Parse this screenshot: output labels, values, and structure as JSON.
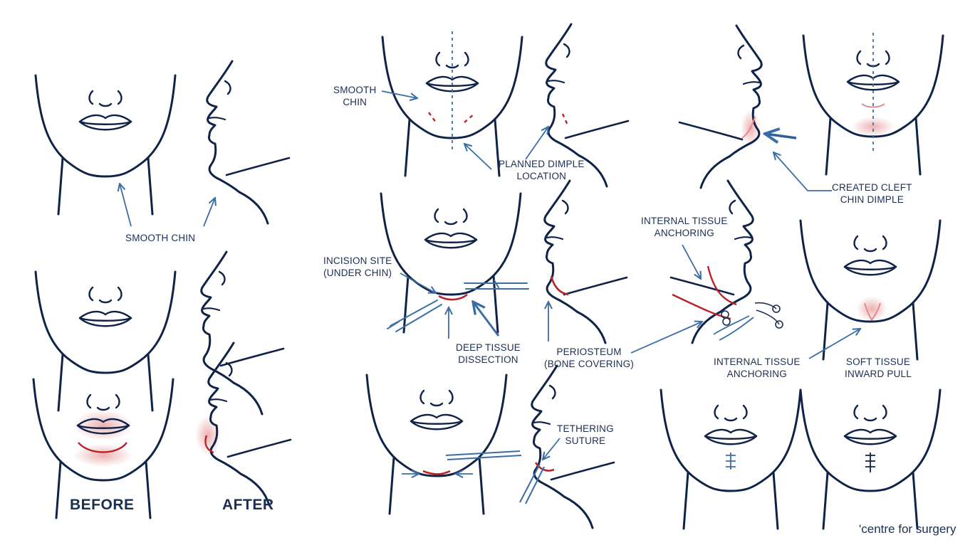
{
  "colors": {
    "ink": "#0f2348",
    "arrow": "#3a6ea5",
    "accent": "#b8242b",
    "blush": "#e9a3a3",
    "text": "#1b2f52"
  },
  "left_panel": {
    "smooth_chin_label": "SMOOTH CHIN",
    "before_label": "BEFORE",
    "after_label": "AFTER"
  },
  "step1": {
    "smooth_chin": [
      "SMOOTH",
      "CHIN"
    ],
    "planned_dimple": [
      "PLANNED DIMPLE",
      "LOCATION"
    ]
  },
  "step2": {
    "incision_site": [
      "INCISION SITE",
      "(UNDER CHIN)"
    ],
    "deep_tissue": [
      "DEEP TISSUE",
      "DISSECTION"
    ],
    "periosteum": [
      "PERIOSTEUM",
      "(BONE COVERING)"
    ]
  },
  "step3": {
    "tethering_suture": [
      "TETHERING",
      "SUTURE"
    ]
  },
  "right_panel": {
    "created_cleft": [
      "CREATED CLEFT",
      "CHIN DIMPLE"
    ],
    "internal_anchoring_top": [
      "INTERNAL TISSUE",
      "ANCHORING"
    ],
    "internal_anchoring_bottom": [
      "INTERNAL TISSUE",
      "ANCHORING"
    ],
    "soft_tissue_pull": [
      "SOFT TISSUE",
      "INWARD PULL"
    ]
  },
  "credit": "'centre for surgery",
  "icons": [
    "front-face-icon",
    "profile-face-icon",
    "retractor-icon",
    "suture-knot-icon",
    "arrow-icon"
  ]
}
